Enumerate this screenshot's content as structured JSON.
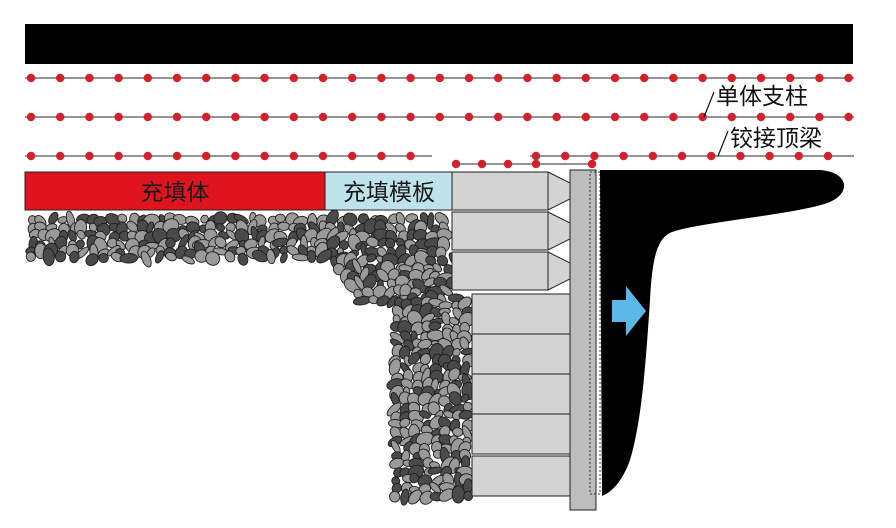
{
  "labels": {
    "support_column": "单体支柱",
    "hinged_beam": "铰接顶梁",
    "fill_body": "充填体",
    "fill_formwork": "充填模板"
  },
  "colors": {
    "roof_rock": "#000000",
    "coal_body": "#000000",
    "fill_body": "#e0141e",
    "fill_formwork": "#bfe3ea",
    "support_dot": "#d4202a",
    "support_line": "#555555",
    "support_unit": "#d3d3d3",
    "gangue_light": "#9a9a9a",
    "gangue_dark": "#4a4a4a",
    "advance_arrow": "#5bb8e6"
  },
  "icons": {
    "advance_direction": "right-arrow-icon"
  }
}
